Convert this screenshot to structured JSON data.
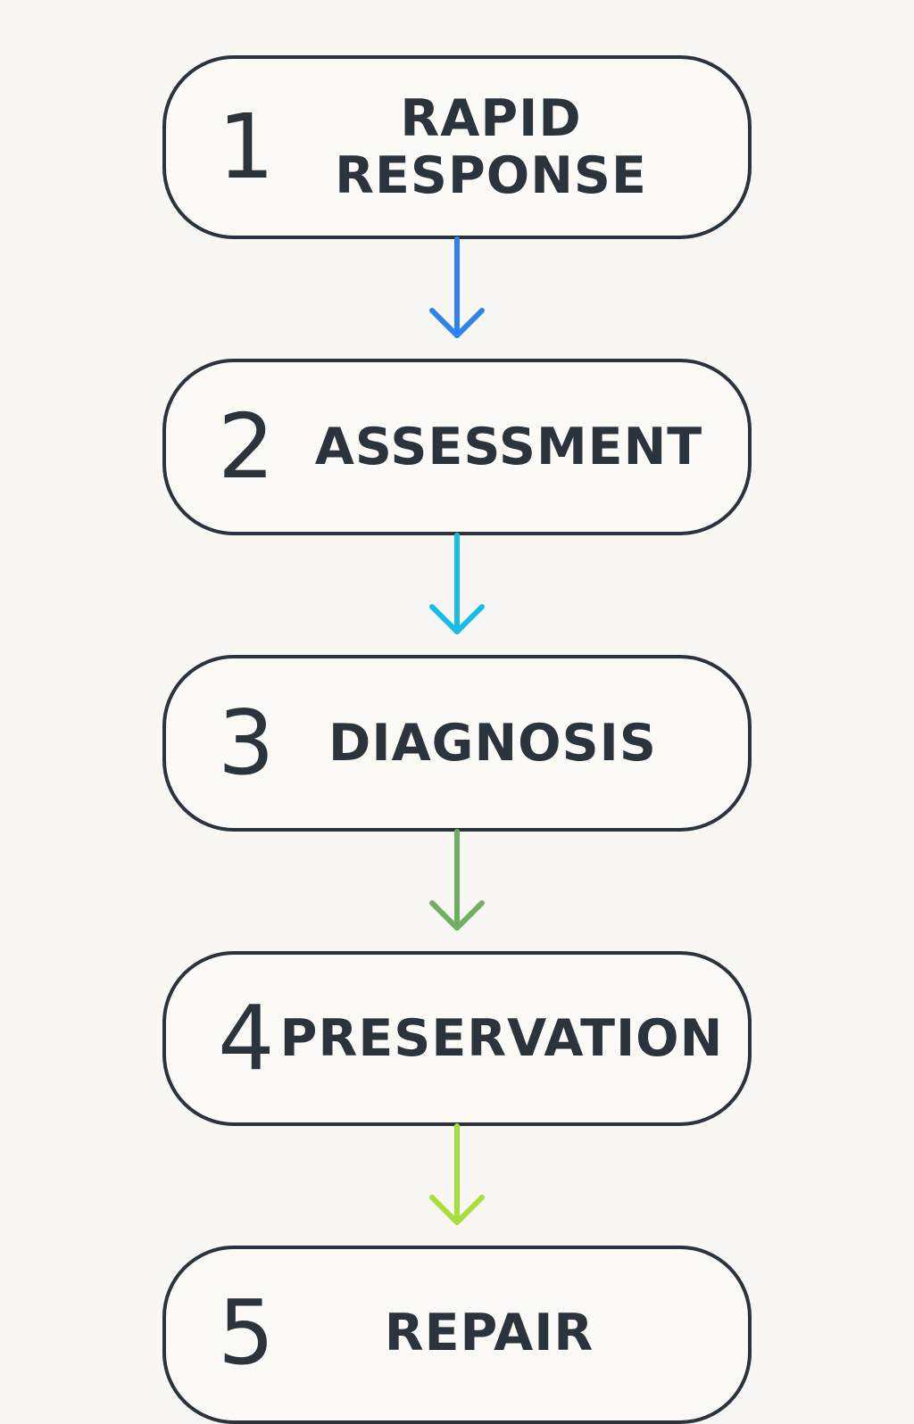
{
  "flow": {
    "steps": [
      {
        "number": "1",
        "label": "RAPID\nRESPONSE"
      },
      {
        "number": "2",
        "label": "ASSESSMENT"
      },
      {
        "number": "3",
        "label": "DIAGNOSIS"
      },
      {
        "number": "4",
        "label": "PRESERVATION"
      },
      {
        "number": "5",
        "label": "REPAIR"
      }
    ],
    "arrow_colors": [
      "#2f80f0",
      "#17bde8",
      "#72ad64",
      "#a6e03b"
    ],
    "box_stroke_color": "#2b333d",
    "text_color": "#2b333d",
    "background_color": "#f8f7f3"
  }
}
